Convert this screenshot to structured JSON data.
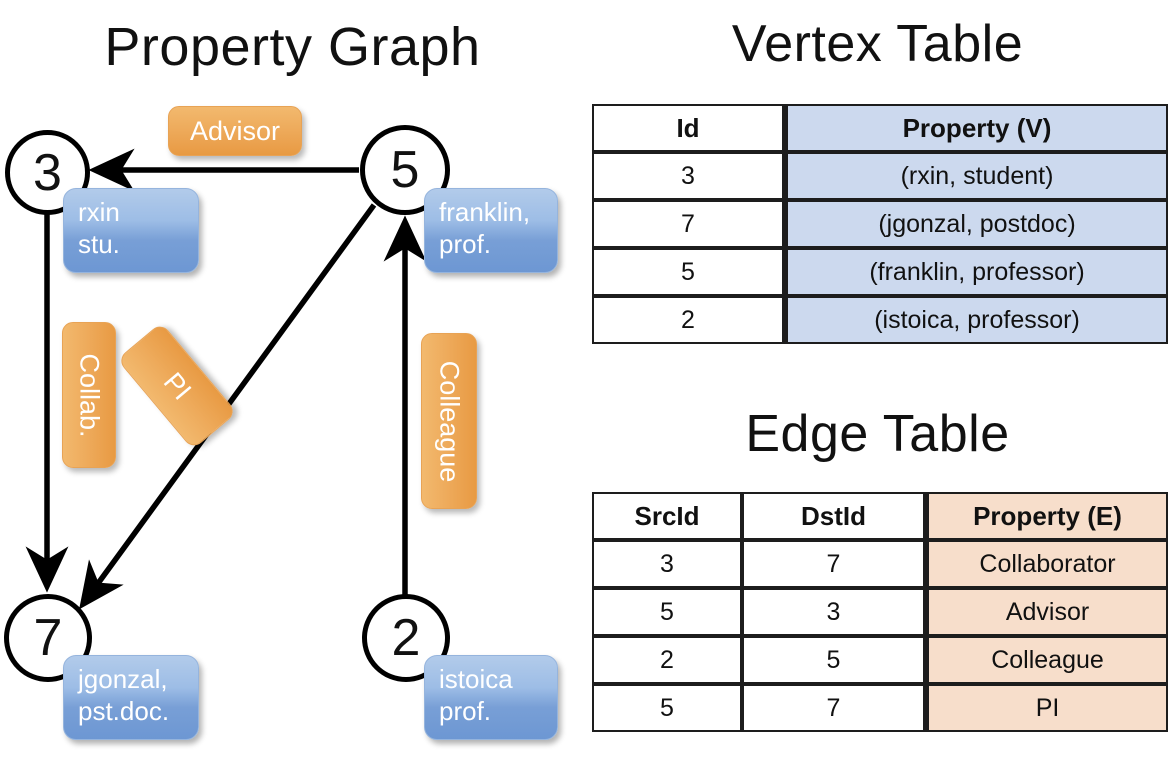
{
  "graph": {
    "title": "Property Graph",
    "nodes": [
      {
        "id": "3",
        "property": "rxin\nstu."
      },
      {
        "id": "5",
        "property": "franklin,\nprof."
      },
      {
        "id": "7",
        "property": "jgonzal,\npst.doc."
      },
      {
        "id": "2",
        "property": "istoica\nprof."
      }
    ],
    "edge_labels": [
      {
        "name": "advisor",
        "text": "Advisor"
      },
      {
        "name": "collab",
        "text": "Collab."
      },
      {
        "name": "pi",
        "text": "PI"
      },
      {
        "name": "colleague",
        "text": "Colleague"
      }
    ]
  },
  "vertex_table": {
    "title": "Vertex Table",
    "headers": [
      "Id",
      "Property (V)"
    ],
    "rows": [
      [
        "3",
        "(rxin, student)"
      ],
      [
        "7",
        "(jgonzal, postdoc)"
      ],
      [
        "5",
        "(franklin, professor)"
      ],
      [
        "2",
        "(istoica, professor)"
      ]
    ]
  },
  "edge_table": {
    "title": "Edge Table",
    "headers": [
      "SrcId",
      "DstId",
      "Property (E)"
    ],
    "rows": [
      [
        "3",
        "7",
        "Collaborator"
      ],
      [
        "5",
        "3",
        "Advisor"
      ],
      [
        "2",
        "5",
        "Colleague"
      ],
      [
        "5",
        "7",
        "PI"
      ]
    ]
  },
  "colors": {
    "vertex_property_fill": "#ccd9ee",
    "edge_property_fill": "#f7decb",
    "node_box_blue": "#7aa3d8",
    "edge_label_orange": "#eca955",
    "stroke": "#000000"
  }
}
